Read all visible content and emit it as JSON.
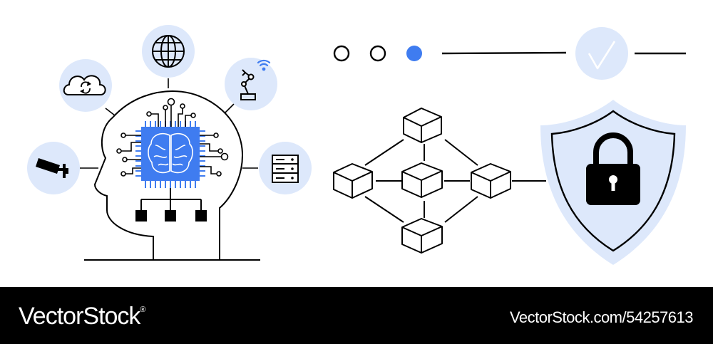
{
  "colors": {
    "accent_blue": "#3f7cf0",
    "light_blue": "#dde8fb",
    "ink": "#000000",
    "footer_bg": "#000000",
    "footer_text": "#ffffff"
  },
  "icons": {
    "head": "human-head-outline-icon",
    "chip": "ai-brain-chip-icon",
    "cloud": "cloud-sync-icon",
    "globe": "globe-icon",
    "robot_arm": "robot-arm-wifi-icon",
    "camera": "security-camera-icon",
    "server": "server-rack-icon",
    "blockchain": "blockchain-cubes-icon",
    "shield": "shield-padlock-icon",
    "check": "check-icon"
  },
  "progress": {
    "steps_total": 3,
    "active_step": 3
  },
  "footer": {
    "brand": "VectorStock",
    "registered_mark": "®",
    "credit": "VectorStock.com/54257613"
  }
}
